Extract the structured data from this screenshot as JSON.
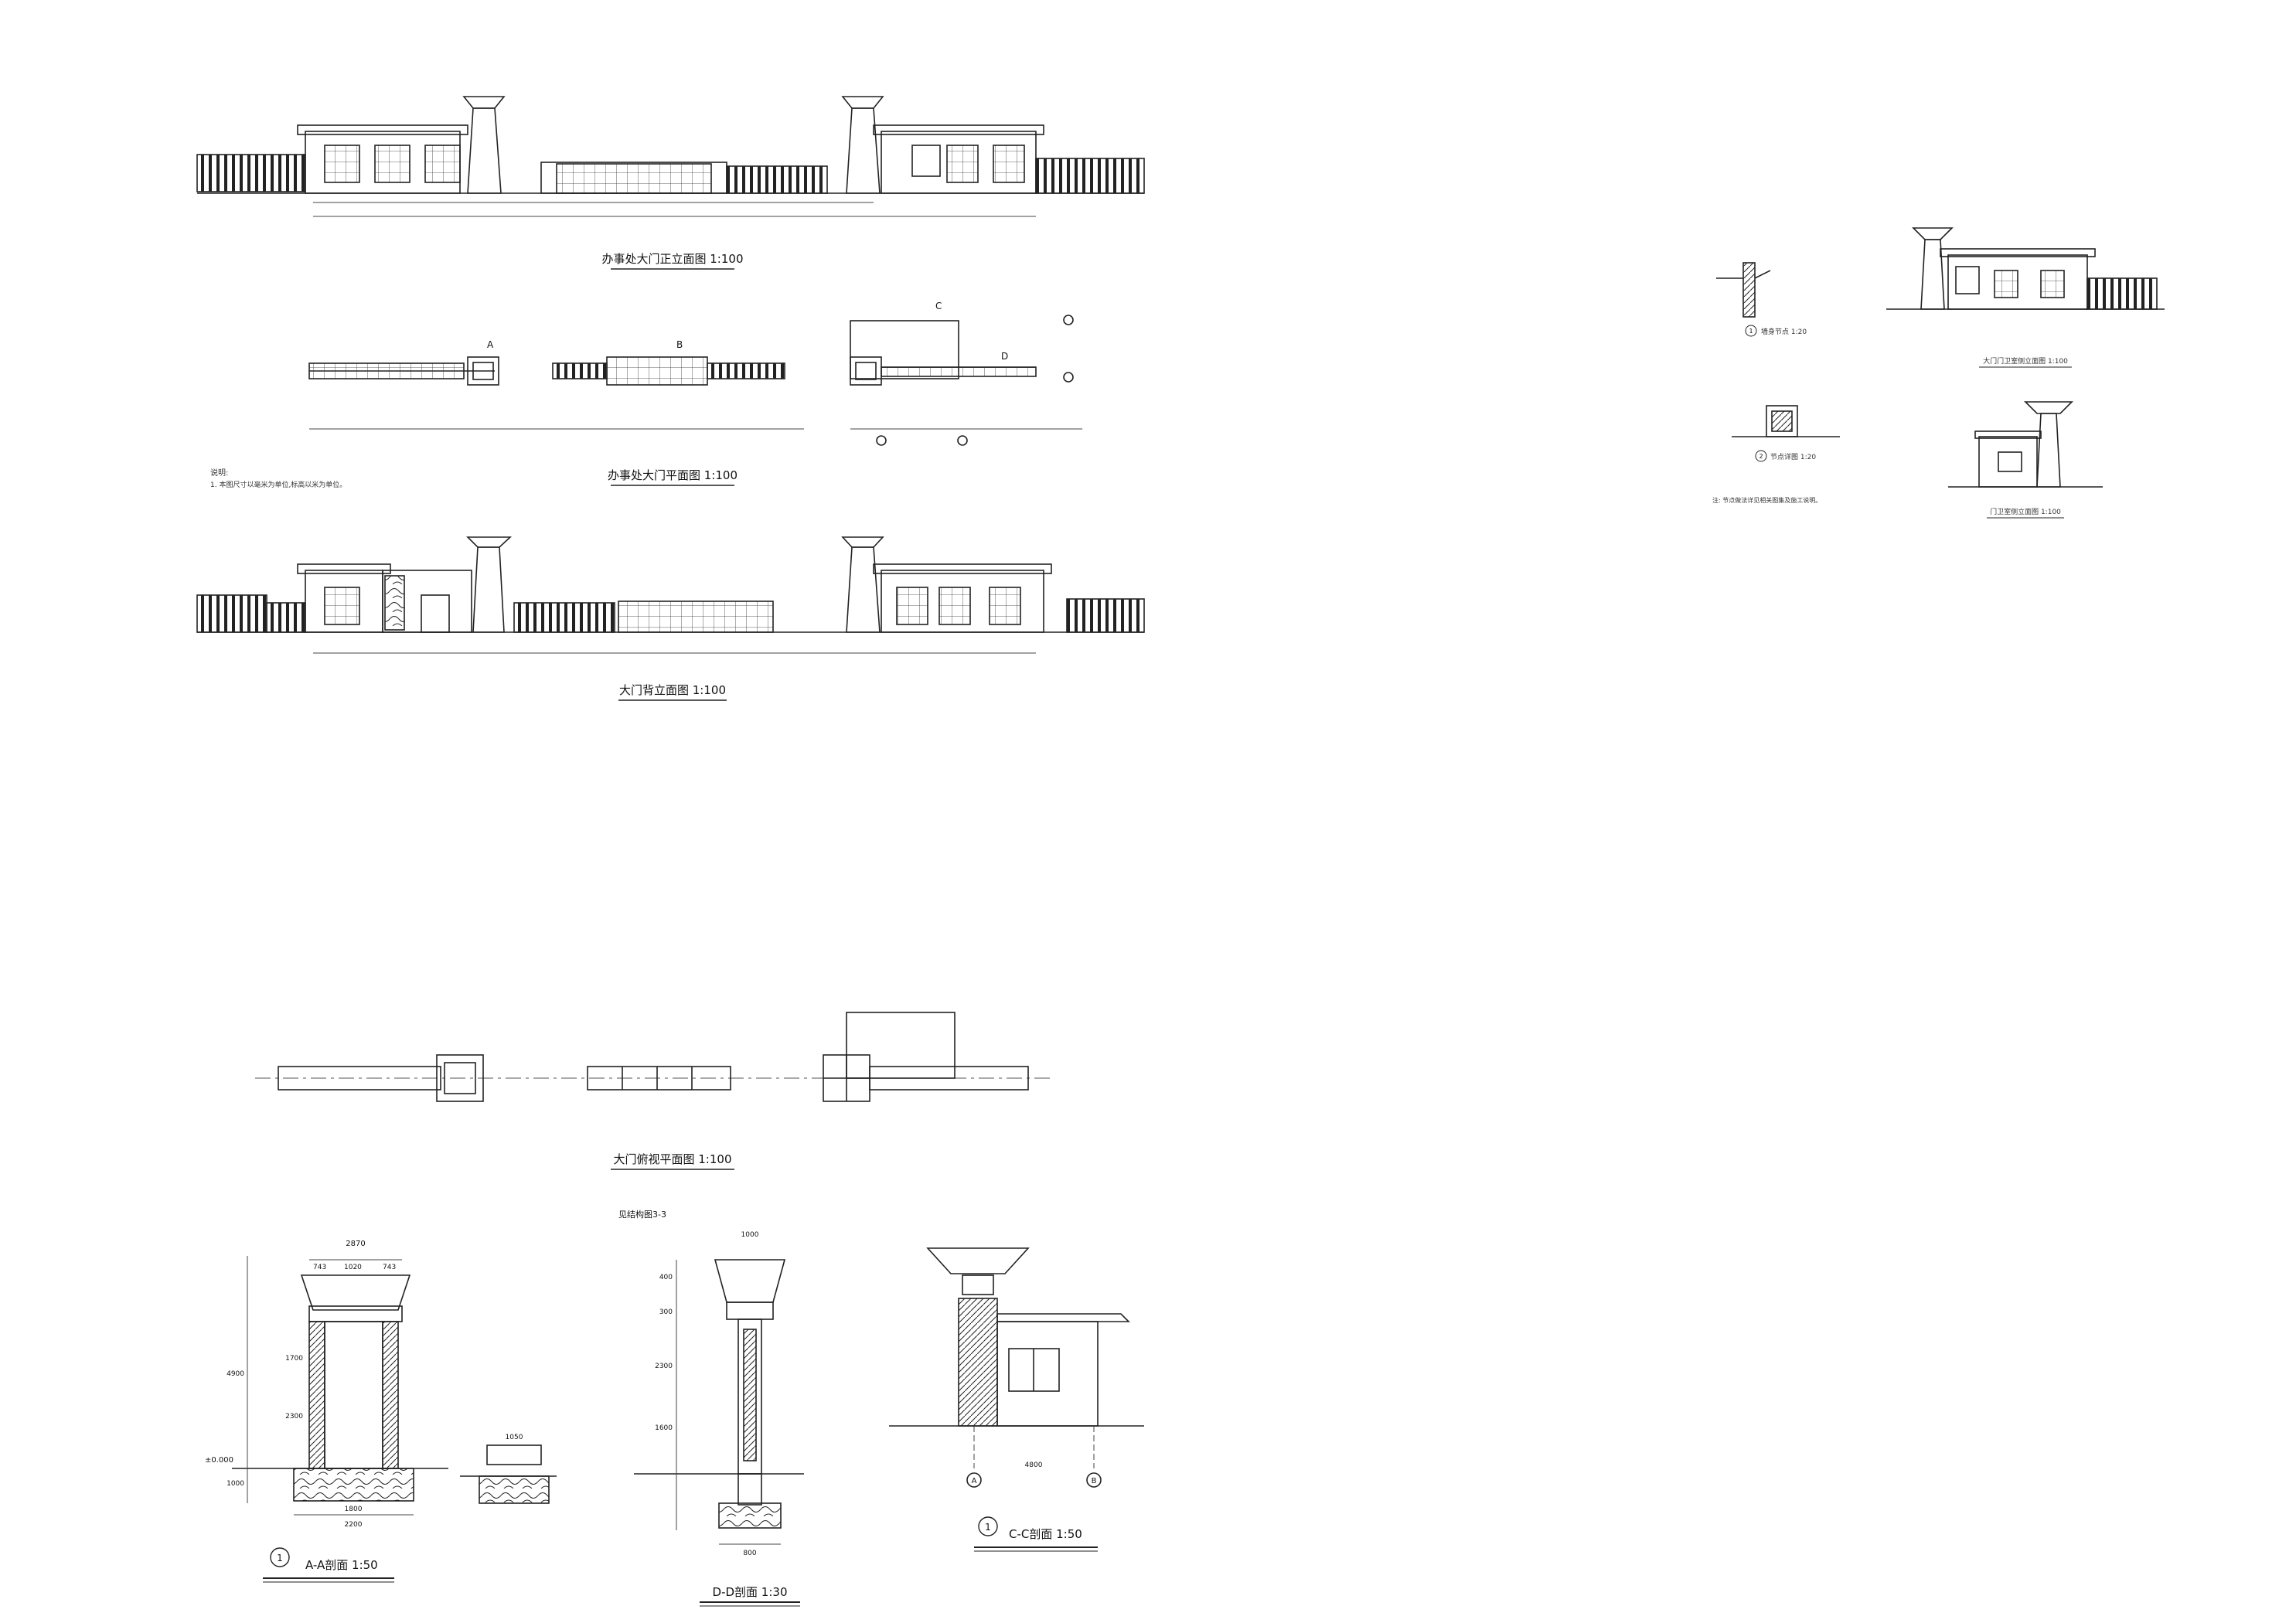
{
  "titles": {
    "front_elevation": "办事处大门正立面图  1:100",
    "plan": "办事处大门平面图  1:100",
    "back_elevation": "大门背立面图  1:100",
    "roof_plan": "大门俯视平面图  1:100",
    "aa_section": "A-A剖面  1:50",
    "dd_section": "D-D剖面  1:30",
    "cc_section": "C-C剖面  1:50",
    "side_elevation": "大门门卫室侧立面图  1:100",
    "detail_1": "墙身节点  1:20",
    "detail_2": "节点详图  1:20",
    "guard_side": "门卫室侧立面图  1:100"
  },
  "section_marks": [
    "A",
    "B",
    "C",
    "D"
  ],
  "circle_numbers": [
    "1",
    "1",
    "2"
  ],
  "grid_labels": [
    "A",
    "B"
  ],
  "notes": {
    "heading": "说明:",
    "item1": "1. 本图尺寸以毫米为单位,标高以米为单位。",
    "detail_note": "注: 节点做法详见相关图集及施工说明。"
  },
  "dims": {
    "aa_width_top": "2870",
    "aa_top_parts": [
      "743",
      "1020",
      "743"
    ],
    "aa_height": "4900",
    "aa_h1": "1700",
    "aa_h2": "2300",
    "aa_base": "1000",
    "aa_bottom": "1800",
    "aa_bottom2": "2200",
    "aa_level": "±0.000",
    "dd_label": "见结构图3-3",
    "dd_width_top": "1000",
    "dd_h1": "400",
    "dd_h2": "300",
    "dd_h3": "2300",
    "dd_h4": "1600",
    "dd_bottom": "800",
    "cc_width": "4800",
    "small_width": "1050"
  },
  "colors": {
    "line": "#222222",
    "dim": "#444444",
    "paper": "#ffffff"
  }
}
